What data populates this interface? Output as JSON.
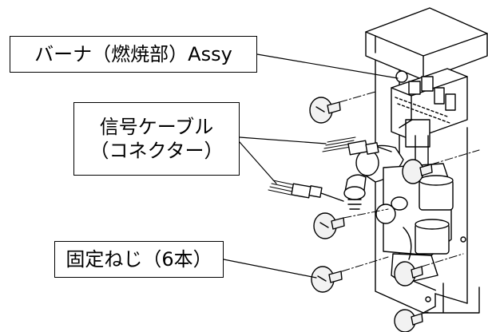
{
  "callouts": {
    "burner_assy": "バーナ（燃焼部）Assy",
    "signal_cable_line1": "信号ケーブル",
    "signal_cable_line2": "（コネクター）",
    "fixing_screws": "固定ねじ（6本）"
  },
  "colors": {
    "line": "#000000",
    "background": "#ffffff",
    "screw_fill": "#f2f2f2"
  }
}
